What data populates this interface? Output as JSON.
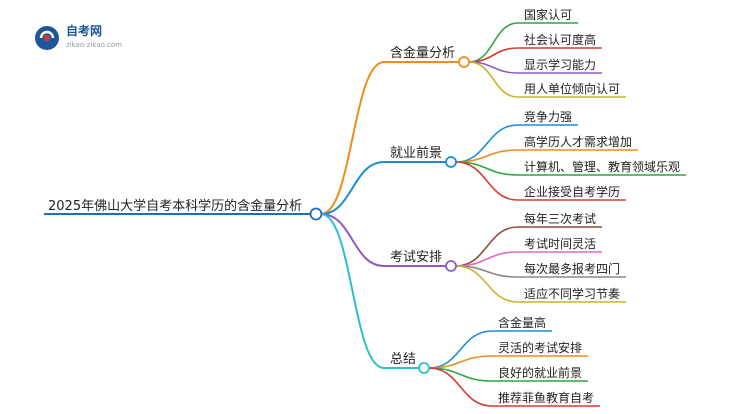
{
  "logo": {
    "name": "自考网",
    "domain": "zikao-zikao.com"
  },
  "root": {
    "label": "2025年佛山大学自考本科学历的含金量分析"
  },
  "branches": [
    {
      "label": "含金量分析",
      "color": "#f08c1a",
      "children": [
        {
          "label": "国家认可",
          "color": "#2aa73e"
        },
        {
          "label": "社会认可度高",
          "color": "#d63c2f"
        },
        {
          "label": "显示学习能力",
          "color": "#8e5bc6"
        },
        {
          "label": "用人单位倾向认可",
          "color": "#c6b52a"
        }
      ]
    },
    {
      "label": "就业前景",
      "color": "#1a8fd6",
      "children": [
        {
          "label": "竞争力强",
          "color": "#1a8fd6"
        },
        {
          "label": "高学历人才需求增加",
          "color": "#f08c1a"
        },
        {
          "label": "计算机、管理、教育领域乐观",
          "color": "#2aa73e"
        },
        {
          "label": "企业接受自考学历",
          "color": "#d63c2f"
        }
      ]
    },
    {
      "label": "考试安排",
      "color": "#8e5bc6",
      "children": [
        {
          "label": "每年三次考试",
          "color": "#8b4a3c"
        },
        {
          "label": "考试时间灵活",
          "color": "#e46bbf"
        },
        {
          "label": "每次最多报考四门",
          "color": "#8a8a8a"
        },
        {
          "label": "适应不同学习节奏",
          "color": "#c6b52a"
        }
      ]
    },
    {
      "label": "总结",
      "color": "#2bbfcf",
      "children": [
        {
          "label": "含金量高",
          "color": "#1a8fd6"
        },
        {
          "label": "灵活的考试安排",
          "color": "#f08c1a"
        },
        {
          "label": "良好的就业前景",
          "color": "#2aa73e"
        },
        {
          "label": "推荐菲鱼教育自考",
          "color": "#d63c2f"
        }
      ]
    }
  ],
  "colors": {
    "root_line": "#1a6fc0"
  }
}
